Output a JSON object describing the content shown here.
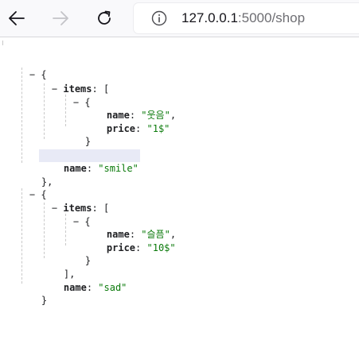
{
  "browser": {
    "url_host": "127.0.0.1",
    "url_rest": ":5000/shop",
    "icons": {
      "back": "arrow-left-icon",
      "forward": "arrow-right-icon",
      "reload": "reload-icon",
      "site_info": "info-icon"
    }
  },
  "json_viewer": {
    "tokens": {
      "open_array": "[",
      "close_array": "]",
      "open_object": "{",
      "close_object": "}",
      "close_object_comma": "},",
      "close_array_comma": "],",
      "toggle": "−",
      "colon": ":",
      "comma": ","
    },
    "entries": [
      {
        "items_key": "items",
        "items": [
          {
            "name_key": "name",
            "name": "\"웃음\"",
            "price_key": "price",
            "price": "\"1$\""
          }
        ],
        "name_key": "name",
        "name": "\"smile\""
      },
      {
        "items_key": "items",
        "items": [
          {
            "name_key": "name",
            "name": "\"슬픔\"",
            "price_key": "price",
            "price": "\"10$\""
          }
        ],
        "name_key": "name",
        "name": "\"sad\""
      }
    ]
  }
}
